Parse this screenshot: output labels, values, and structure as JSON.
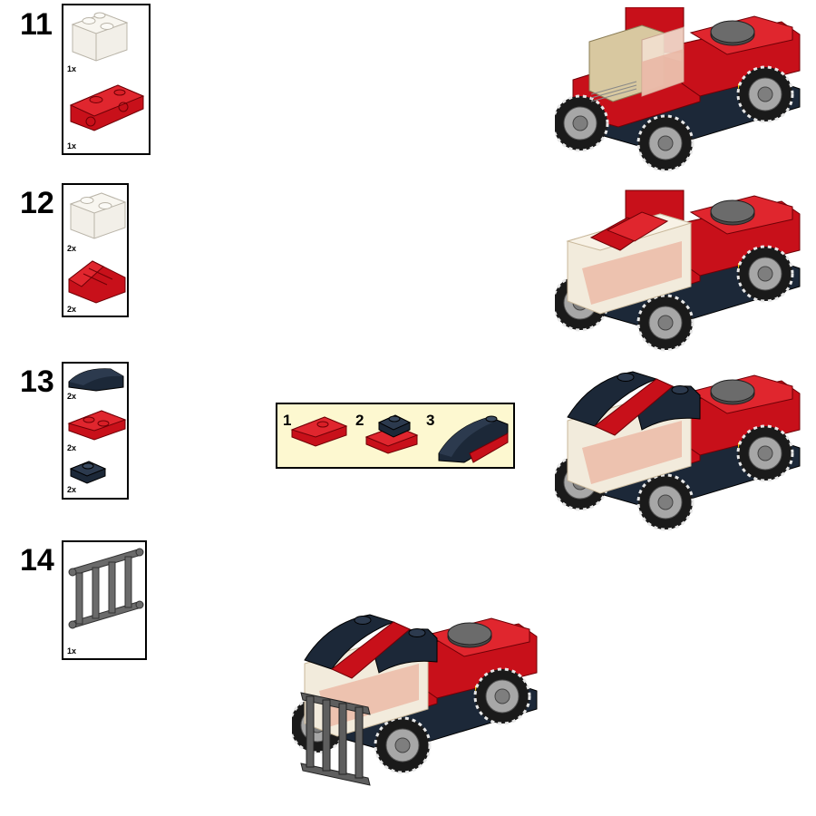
{
  "steps": [
    {
      "number": "11",
      "parts": [
        {
          "name": "transparent-brick-1x2",
          "qty": "1x"
        },
        {
          "name": "red-bracket-plate",
          "qty": "1x"
        }
      ]
    },
    {
      "number": "12",
      "parts": [
        {
          "name": "transparent-brick-1x2",
          "qty": "2x"
        },
        {
          "name": "red-slope-1x2",
          "qty": "2x"
        }
      ]
    },
    {
      "number": "13",
      "parts": [
        {
          "name": "dark-blue-curved-slope",
          "qty": "2x"
        },
        {
          "name": "red-plate-1x2",
          "qty": "2x"
        },
        {
          "name": "dark-blue-plate-1x1",
          "qty": "2x"
        }
      ]
    },
    {
      "number": "14",
      "parts": [
        {
          "name": "dark-gray-fence-ladder",
          "qty": "1x"
        }
      ]
    }
  ],
  "sub_assembly": {
    "labels": [
      "1",
      "2",
      "3"
    ]
  },
  "colors": {
    "red": "#c8101a",
    "dark_blue": "#1c2838",
    "tan": "#d8c8a0",
    "gray": "#6b6b6b",
    "box_bg": "#fdf8d0"
  }
}
